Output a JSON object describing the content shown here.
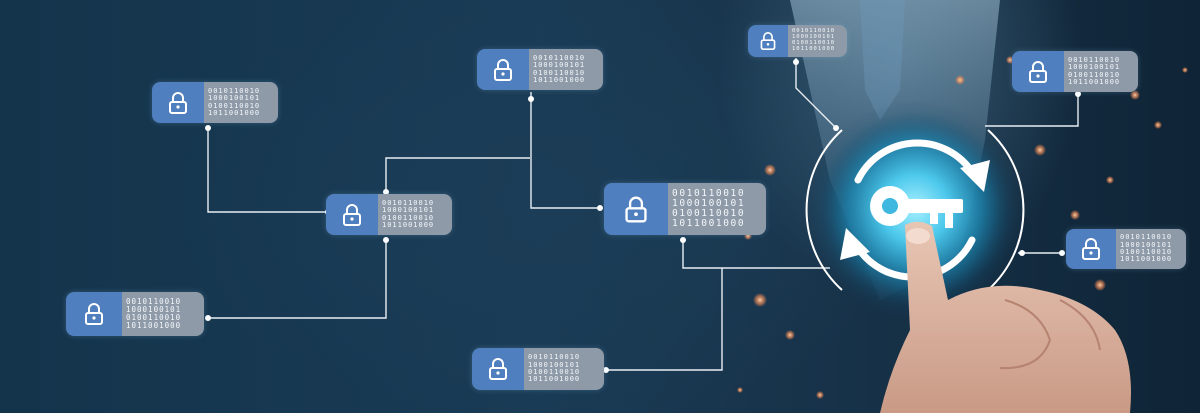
{
  "binary_rows": [
    "0010110010",
    "1000100101",
    "0100110010",
    "1011001000"
  ],
  "colors": {
    "background": "#14344c",
    "lock_panel": "#4f7fbe",
    "binary_panel": "#8e9aa8",
    "network_line": "#e8eef4",
    "glow": "#5fd0f0",
    "spark": "#f0a070"
  },
  "icons": [
    "padlock-icon",
    "key-icon",
    "refresh-arrows-icon",
    "pointing-hand"
  ]
}
